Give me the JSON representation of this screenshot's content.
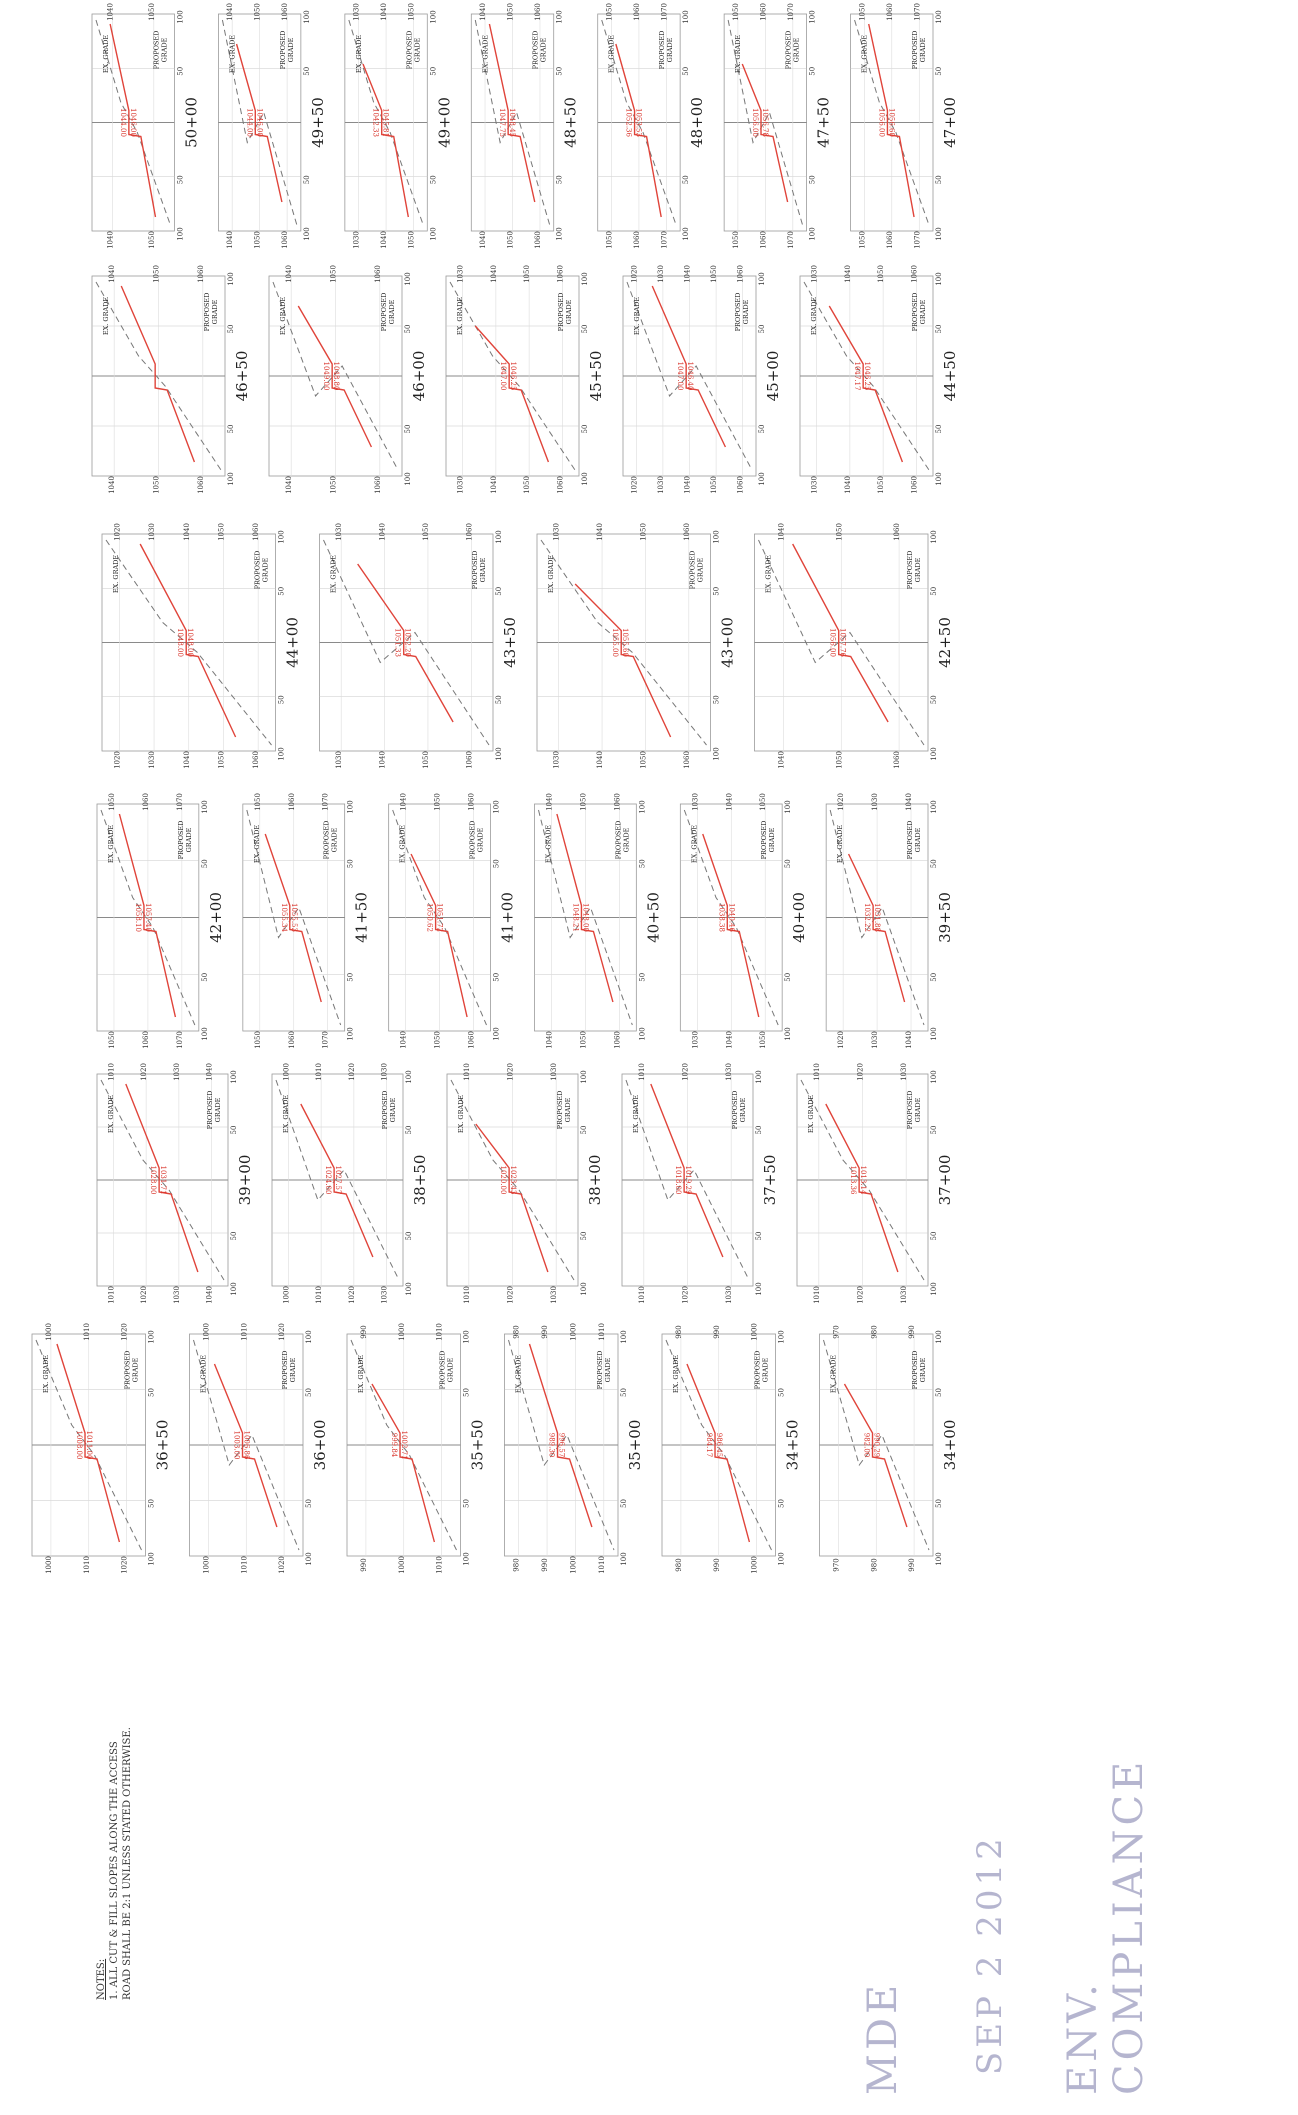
{
  "notes": {
    "heading": "NOTES:",
    "line1": "1. ALL CUT & FILL SLOPES ALONG THE ACCESS",
    "line2": "ROAD SHALL BE 2:1 UNLESS STATED OTHERWISE."
  },
  "labels": {
    "proposed_1": "PROPOSED",
    "proposed_2": "GRADE",
    "existing": "EX. GRADE"
  },
  "offset_ticks": [
    "100",
    "50",
    "50",
    "100"
  ],
  "stamp": {
    "line1": "MDE",
    "line2": "SEP 2 2012",
    "line3": "ENV. COMPLIANCE"
  },
  "columns": [
    {
      "sections": [
        {
          "station": "50+00",
          "elevs": [
            "1040",
            "1050"
          ],
          "cl": [
            "1044.00",
            "1046.00"
          ]
        },
        {
          "station": "49+50",
          "elevs": [
            "1040",
            "1050",
            "1060"
          ],
          "cl": [
            "1044.00",
            "1046.00"
          ]
        },
        {
          "station": "49+00",
          "elevs": [
            "1030",
            "1040",
            "1050"
          ],
          "cl": [
            "1042.33",
            "1045.81"
          ]
        },
        {
          "station": "48+50",
          "elevs": [
            "1040",
            "1050",
            "1060"
          ],
          "cl": [
            "1047.75",
            "1048.45"
          ]
        },
        {
          "station": "48+00",
          "elevs": [
            "1050",
            "1060",
            "1070"
          ],
          "cl": [
            "1052.36",
            "1053.53"
          ]
        },
        {
          "station": "47+50",
          "elevs": [
            "1050",
            "1060",
            "1070"
          ],
          "cl": [
            "1056.00",
            "1056.78"
          ]
        },
        {
          "station": "47+00",
          "elevs": [
            "1050",
            "1060",
            "1070"
          ],
          "cl": [
            "1056.00",
            "1056.60"
          ]
        }
      ]
    },
    {
      "sections": [
        {
          "station": "46+50",
          "elevs": [
            "1040",
            "1050",
            "1060"
          ],
          "cl": [
            null,
            null
          ]
        },
        {
          "station": "46+00",
          "elevs": [
            "1040",
            "1050",
            "1060"
          ],
          "cl": [
            "1049.00",
            "1048.80"
          ]
        },
        {
          "station": "45+50",
          "elevs": [
            "1030",
            "1040",
            "1050",
            "1060"
          ],
          "cl": [
            "1047.00",
            "1046.25"
          ]
        },
        {
          "station": "45+00",
          "elevs": [
            "1020",
            "1030",
            "1040",
            "1050",
            "1060"
          ],
          "cl": [
            "1047.00",
            "1046.40"
          ]
        },
        {
          "station": "44+50",
          "elevs": [
            "1030",
            "1040",
            "1050",
            "1060"
          ],
          "cl": [
            "1047.17",
            "1046.25"
          ]
        }
      ]
    },
    {
      "sections": [
        {
          "station": "44+00",
          "elevs": [
            "1020",
            "1030",
            "1040",
            "1050",
            "1060"
          ],
          "cl": [
            "1048.00",
            "1048.00"
          ]
        },
        {
          "station": "43+50",
          "elevs": [
            "1030",
            "1040",
            "1050",
            "1060"
          ],
          "cl": [
            "1051.33",
            "1052.20"
          ]
        },
        {
          "station": "43+00",
          "elevs": [
            "1030",
            "1040",
            "1050",
            "1060"
          ],
          "cl": [
            "1055.00",
            "1055.60"
          ]
        },
        {
          "station": "42+50",
          "elevs": [
            "1040",
            "1050",
            "1060"
          ],
          "cl": [
            "1056.00",
            "1057.76"
          ]
        }
      ]
    },
    {
      "sections": [
        {
          "station": "42+00",
          "elevs": [
            "1050",
            "1060",
            "1070"
          ],
          "cl": [
            "1058.10",
            "1057.40"
          ]
        },
        {
          "station": "41+50",
          "elevs": [
            "1050",
            "1060",
            "1070"
          ],
          "cl": [
            "1055.34",
            "1055.53"
          ]
        },
        {
          "station": "41+00",
          "elevs": [
            "1040",
            "1050",
            "1060"
          ],
          "cl": [
            "1050.62",
            "1051.72"
          ]
        },
        {
          "station": "40+50",
          "elevs": [
            "1040",
            "1050",
            "1060"
          ],
          "cl": [
            "1048.21",
            "1048.00"
          ]
        },
        {
          "station": "40+00",
          "elevs": [
            "1030",
            "1040",
            "1050"
          ],
          "cl": [
            "1038.38",
            "1040.46"
          ]
        },
        {
          "station": "39+50",
          "elevs": [
            "1020",
            "1030",
            "1040"
          ],
          "cl": [
            "1032.22",
            "1031.88"
          ]
        }
      ]
    },
    {
      "sections": [
        {
          "station": "39+00",
          "elevs": [
            "1010",
            "1020",
            "1030",
            "1040"
          ],
          "cl": [
            "1028.00",
            "1031.71"
          ]
        },
        {
          "station": "38+50",
          "elevs": [
            "1000",
            "1010",
            "1020",
            "1030"
          ],
          "cl": [
            "1024.00",
            "1027.57"
          ]
        },
        {
          "station": "38+00",
          "elevs": [
            "1010",
            "1020",
            "1030"
          ],
          "cl": [
            "1020.00",
            "1023.43"
          ]
        },
        {
          "station": "37+50",
          "elevs": [
            "1010",
            "1020",
            "1030"
          ],
          "cl": [
            "1018.00",
            "1019.29"
          ]
        },
        {
          "station": "37+00",
          "elevs": [
            "1010",
            "1020",
            "1030"
          ],
          "cl": [
            "1013.36",
            "1013.14"
          ]
        }
      ]
    },
    {
      "sections": [
        {
          "station": "36+50",
          "elevs": [
            "1000",
            "1010",
            "1020"
          ],
          "cl": [
            "1008.00",
            "1011.00"
          ]
        },
        {
          "station": "36+00",
          "elevs": [
            "1000",
            "1010",
            "1020"
          ],
          "cl": [
            "1003.00",
            "1006.86"
          ]
        },
        {
          "station": "35+50",
          "elevs": [
            "990",
            "1000",
            "1010"
          ],
          "cl": [
            "999.84",
            "1002.71"
          ]
        },
        {
          "station": "35+00",
          "elevs": [
            "980",
            "990",
            "1000",
            "1010"
          ],
          "cl": [
            "989.30",
            "996.57"
          ]
        },
        {
          "station": "34+50",
          "elevs": [
            "980",
            "990",
            "1000"
          ],
          "cl": [
            "984.17",
            "986.45"
          ]
        },
        {
          "station": "34+00",
          "elevs": [
            "970",
            "980",
            "990"
          ],
          "cl": [
            "982.00",
            "990.29"
          ]
        }
      ]
    }
  ]
}
